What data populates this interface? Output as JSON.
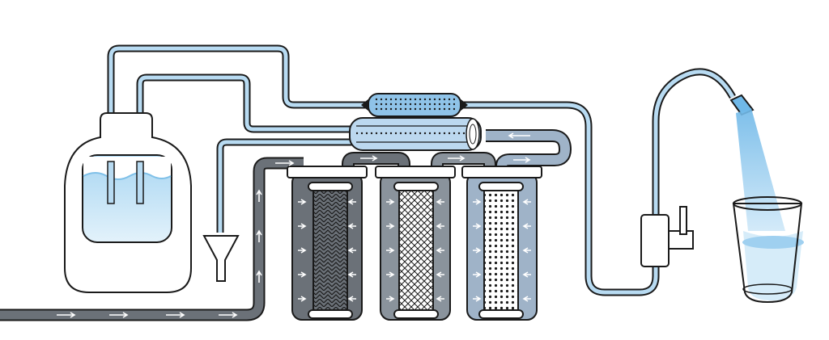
{
  "colors": {
    "background": "#ffffff",
    "outline": "#1a1a1a",
    "dark_pipe": "#6b7178",
    "light_pipe": "#b8dbf2",
    "clean_water": "#b8dbf2",
    "tank_water": "#9fd0f0",
    "stage1_body": "#6b7178",
    "stage2_body": "#8a939c",
    "stage3_body": "#9fb3c8",
    "membrane_body": "#bcd8ef",
    "faucet_stream": "#8cc7ee",
    "glass_water": "#d6ecf9",
    "arrow_fill": "#ffffff"
  },
  "components": {
    "tank": "storage-tank",
    "drain": "drain-funnel",
    "filters": [
      "sediment-filter",
      "carbon-block-filter",
      "pre-carbon-filter"
    ],
    "membrane": "ro-membrane",
    "post_filter": "post-carbon-filter",
    "faucet": "faucet",
    "glass": "drinking-glass"
  },
  "icons": {
    "flow_arrow": "arrow-right-icon"
  }
}
